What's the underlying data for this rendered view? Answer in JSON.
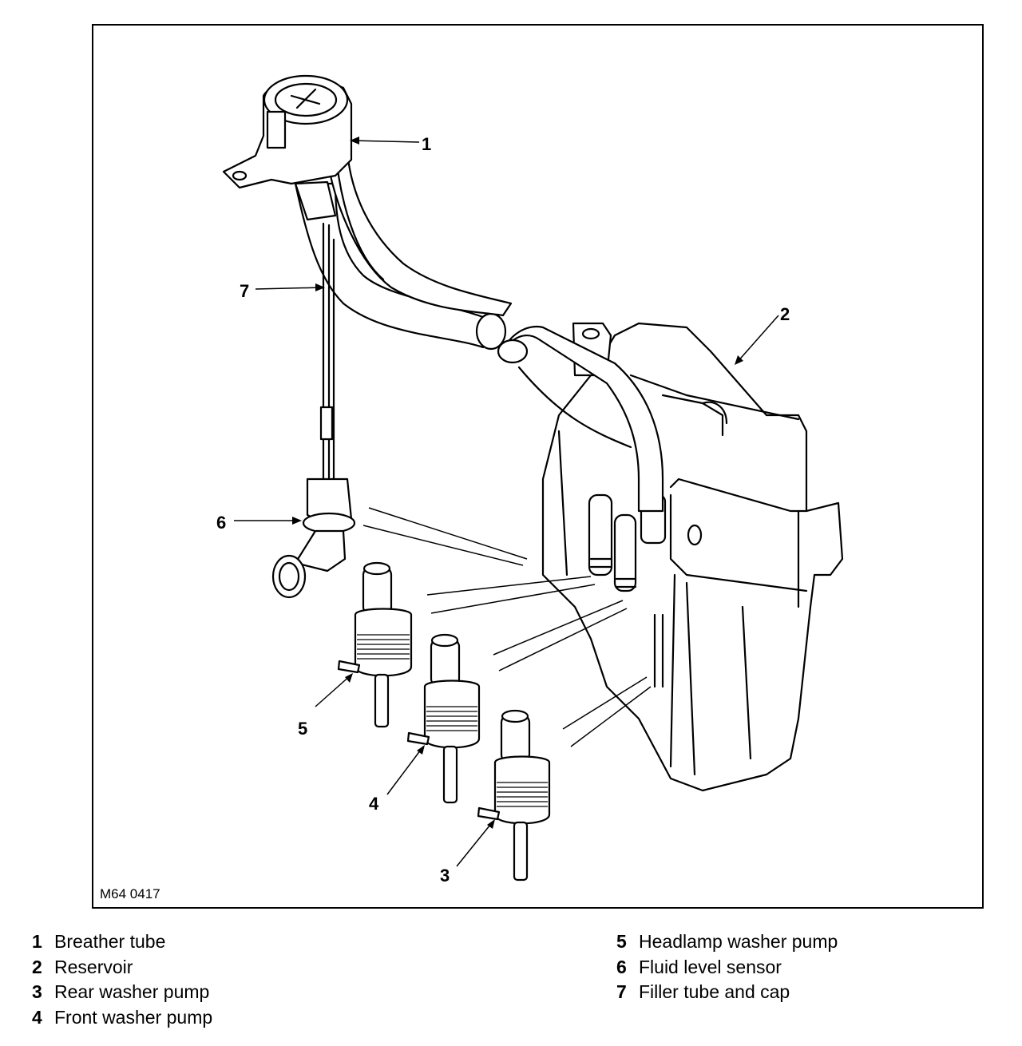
{
  "figure": {
    "reference": "M64 0417",
    "callouts": [
      {
        "id": "callout-1",
        "label": "1"
      },
      {
        "id": "callout-2",
        "label": "2"
      },
      {
        "id": "callout-3",
        "label": "3"
      },
      {
        "id": "callout-4",
        "label": "4"
      },
      {
        "id": "callout-5",
        "label": "5"
      },
      {
        "id": "callout-6",
        "label": "6"
      },
      {
        "id": "callout-7",
        "label": "7"
      }
    ]
  },
  "legend": {
    "left": [
      {
        "num": "1",
        "text": "Breather tube"
      },
      {
        "num": "2",
        "text": "Reservoir"
      },
      {
        "num": "3",
        "text": "Rear washer pump"
      },
      {
        "num": "4",
        "text": "Front washer pump"
      }
    ],
    "right": [
      {
        "num": "5",
        "text": "Headlamp washer pump"
      },
      {
        "num": "6",
        "text": "Fluid level sensor"
      },
      {
        "num": "7",
        "text": "Filler tube and cap"
      }
    ]
  }
}
